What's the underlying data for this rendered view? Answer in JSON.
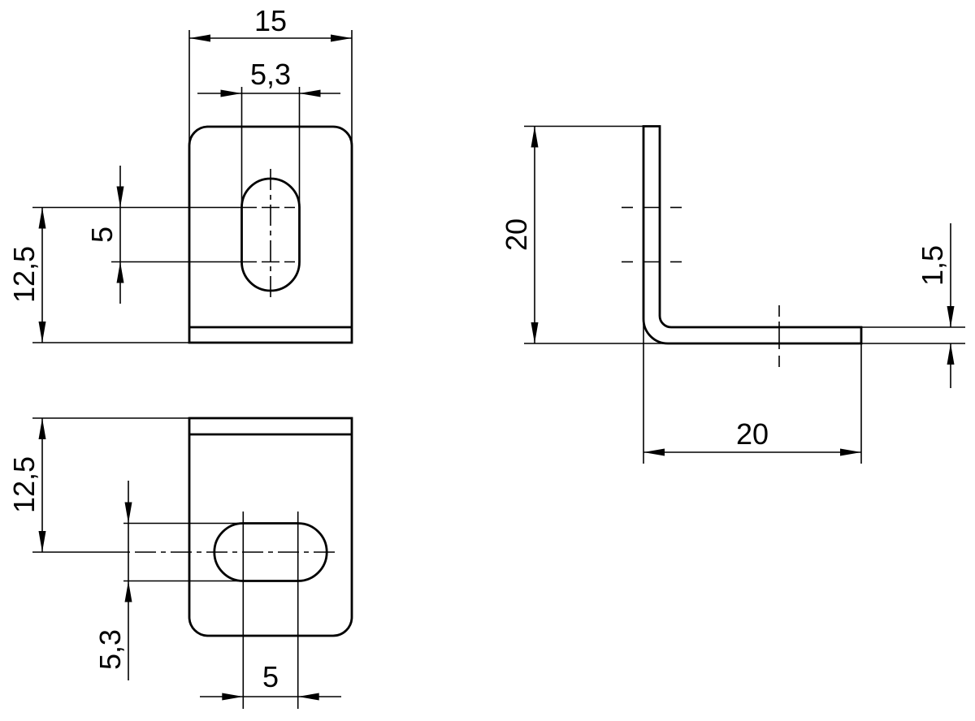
{
  "colors": {
    "background": "#ffffff",
    "line": "#000000"
  },
  "dimensions": {
    "front_view": {
      "overall_width": "15",
      "slot_width": "5,3",
      "hole_center_spacing": "5",
      "hole_offset": "12,5"
    },
    "bottom_view": {
      "hole_offset": "12,5",
      "slot_width": "5,3",
      "hole_center_spacing": "5"
    },
    "side_view": {
      "vertical_leg_height": "20",
      "horizontal_leg_length": "20",
      "material_thickness": "1,5"
    }
  }
}
